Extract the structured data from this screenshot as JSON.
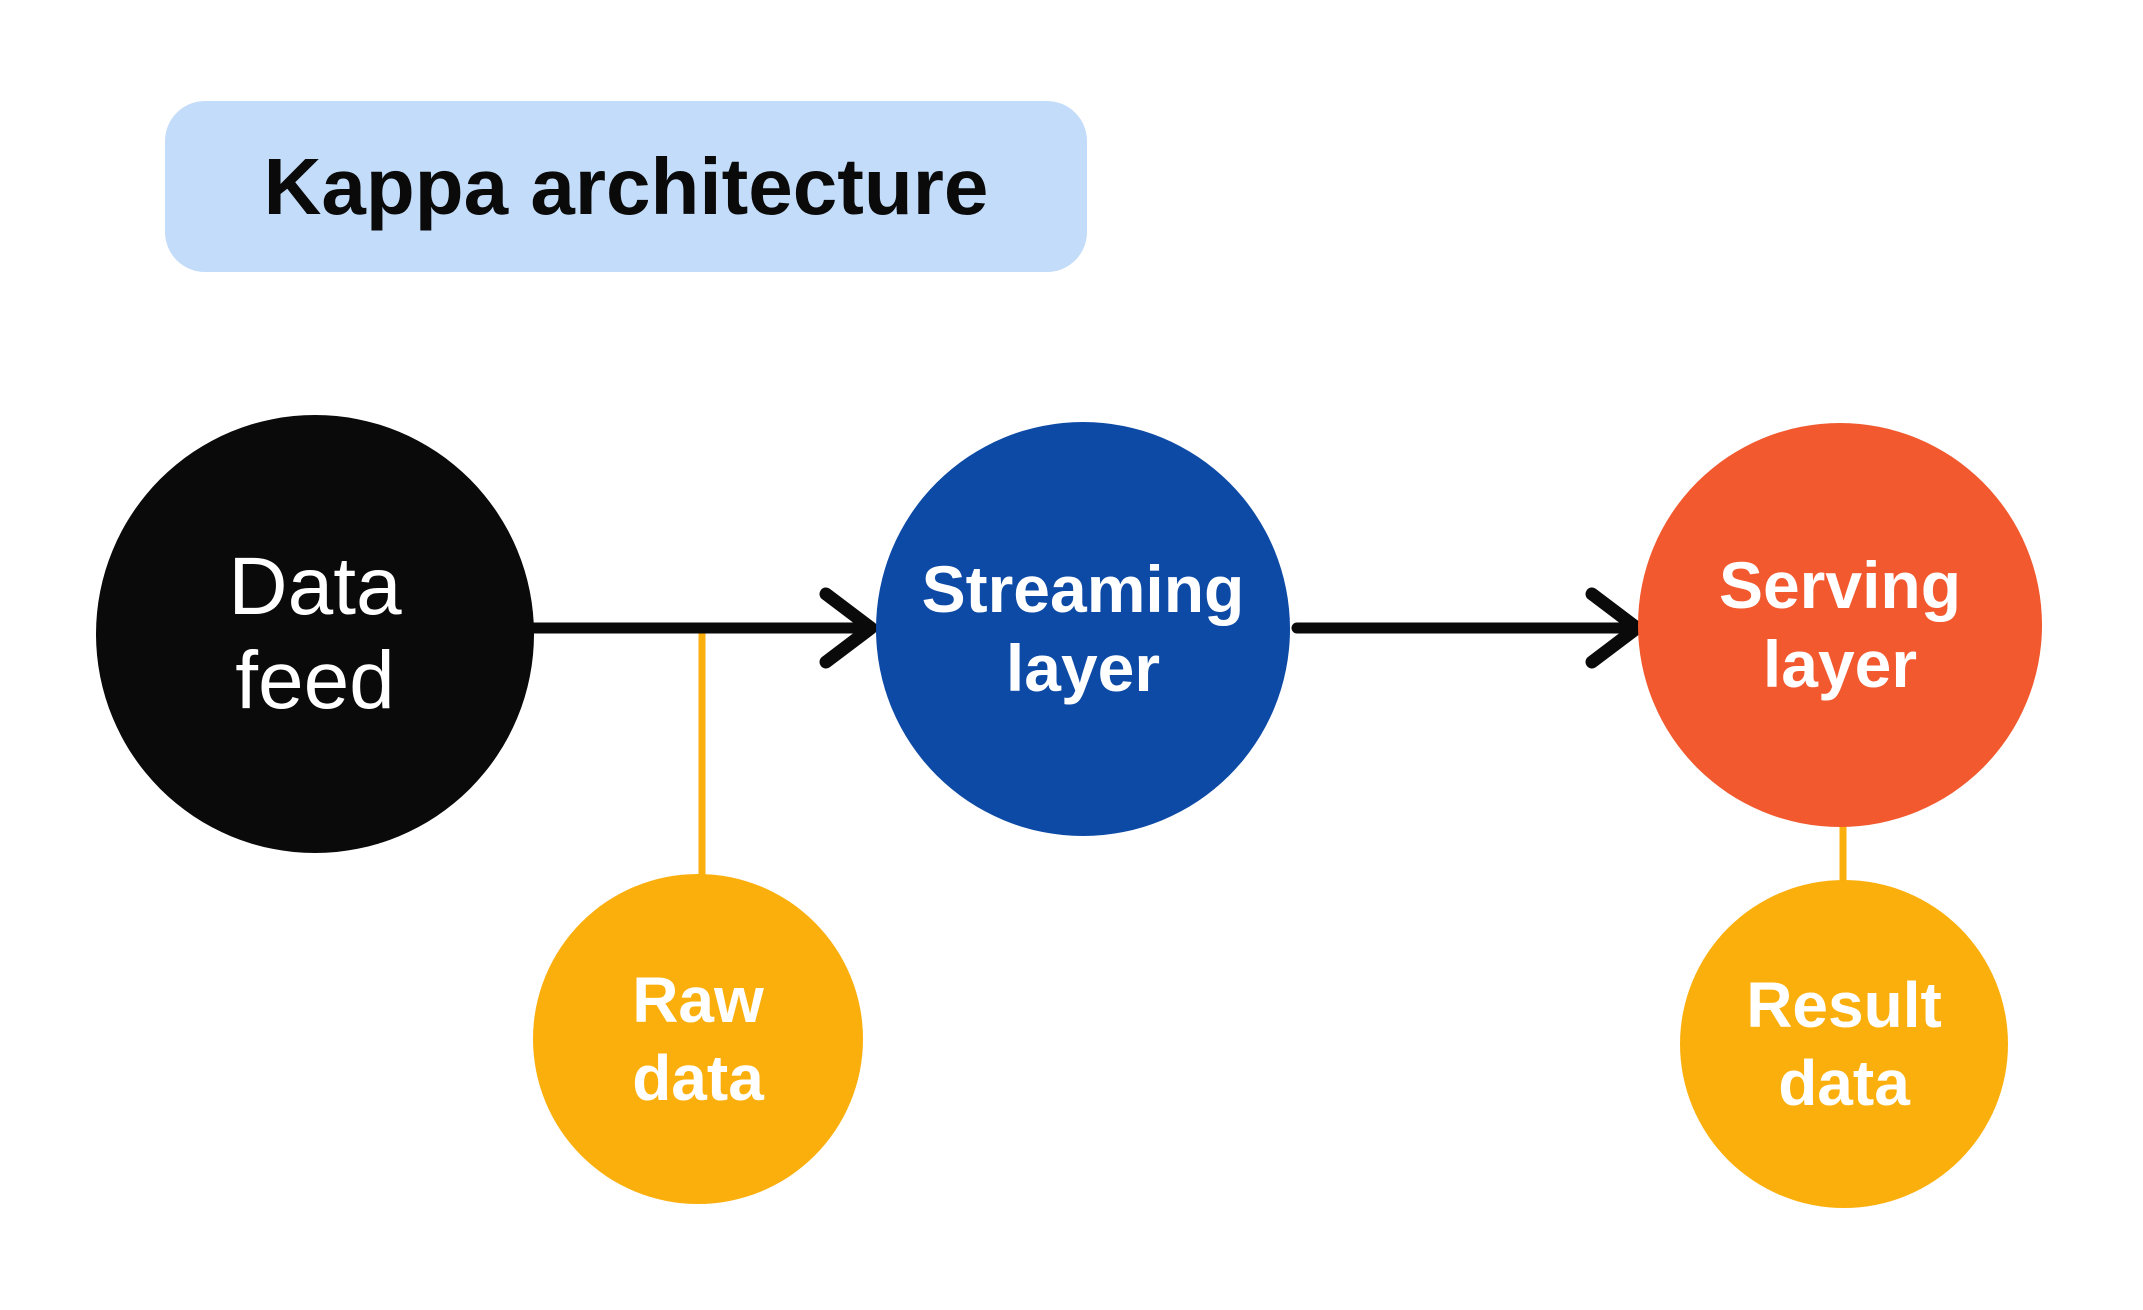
{
  "title": {
    "label": "Kappa architecture",
    "bg_color": "#C3DCF9",
    "text_color": "#0A0A0A"
  },
  "nodes": [
    {
      "id": "data-feed",
      "line1": "Data",
      "line2": "feed",
      "shape": "circle",
      "color": "#0A0A0A",
      "text_color": "#FFFFFF"
    },
    {
      "id": "streaming-layer",
      "line1": "Streaming",
      "line2": "layer",
      "shape": "circle",
      "color": "#0C4AA6",
      "text_color": "#FFFFFF"
    },
    {
      "id": "serving-layer",
      "line1": "Serving",
      "line2": "layer",
      "shape": "circle",
      "color": "#F2592F",
      "text_color": "#FFFFFF"
    },
    {
      "id": "raw-data",
      "line1": "Raw",
      "line2": "data",
      "shape": "circle",
      "color": "#FBAF0D",
      "text_color": "#FFFFFF"
    },
    {
      "id": "result-data",
      "line1": "Result",
      "line2": "data",
      "shape": "circle",
      "color": "#FBAF0D",
      "text_color": "#FFFFFF"
    }
  ],
  "edges": [
    {
      "from": "Data feed",
      "to": "Streaming layer",
      "style": "arrow"
    },
    {
      "from": "Streaming layer",
      "to": "Serving layer",
      "style": "arrow"
    },
    {
      "from": "Data feed arrow",
      "to": "Raw data",
      "style": "branch"
    },
    {
      "from": "Serving layer",
      "to": "Result data",
      "style": "branch"
    }
  ],
  "connectors": {
    "arrow_color": "#0A0A0A",
    "branch_color": "#FBAF0D"
  }
}
